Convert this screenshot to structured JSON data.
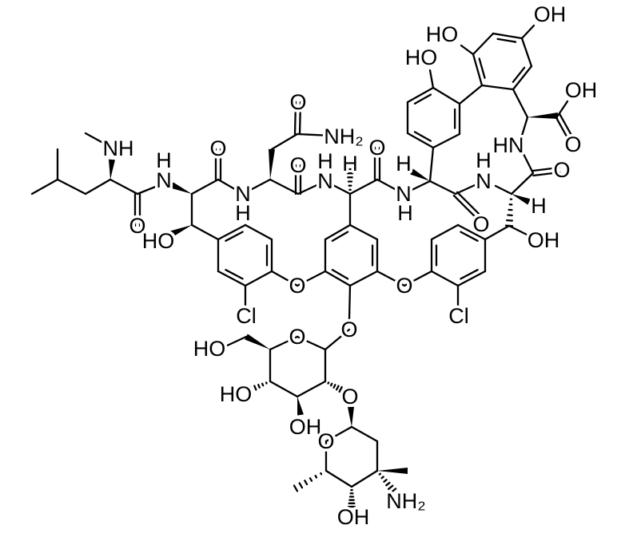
{
  "diagram": {
    "type": "skeletal chemical structure",
    "bond_color": "#000000",
    "atom_labels": [
      "NH",
      "H",
      "N",
      "O",
      "O",
      "HO",
      "N",
      "H",
      "O",
      "NH₂",
      "O",
      "H",
      "N",
      "H",
      "O",
      "H",
      "N",
      "H",
      "O",
      "H",
      "N",
      "HN",
      "O",
      "H",
      "OH",
      "OH",
      "O",
      "HO",
      "HO",
      "OH",
      "O",
      "O",
      "Cl",
      "Cl",
      "O",
      "O",
      "HO",
      "HO",
      "OH",
      "O",
      "O",
      "NH₂",
      "OH"
    ]
  }
}
